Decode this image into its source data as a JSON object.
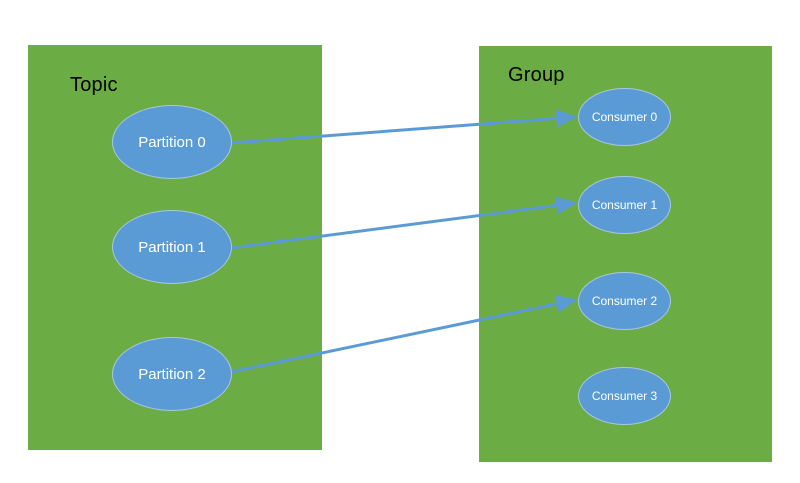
{
  "diagram": {
    "title_left": "Topic",
    "title_right": "Group",
    "colors": {
      "container_green": "#6CAC44",
      "node_blue": "#5B9BD5",
      "node_border": "#A8C6E3",
      "arrow_blue": "#5B9BD5",
      "label_text": "#000000",
      "node_text": "#FFFFFF",
      "background": "#FFFFFF"
    },
    "left_container": {
      "label": "Topic",
      "nodes": [
        {
          "id": "partition-0",
          "label": "Partition 0"
        },
        {
          "id": "partition-1",
          "label": "Partition 1"
        },
        {
          "id": "partition-2",
          "label": "Partition 2"
        }
      ]
    },
    "right_container": {
      "label": "Group",
      "nodes": [
        {
          "id": "consumer-0",
          "label": "Consumer 0"
        },
        {
          "id": "consumer-1",
          "label": "Consumer 1"
        },
        {
          "id": "consumer-2",
          "label": "Consumer 2"
        },
        {
          "id": "consumer-3",
          "label": "Consumer 3"
        }
      ]
    },
    "connections": [
      {
        "from": "Partition 0",
        "to": "Consumer 0"
      },
      {
        "from": "Partition 1",
        "to": "Consumer 1"
      },
      {
        "from": "Partition 2",
        "to": "Consumer 2"
      }
    ]
  }
}
